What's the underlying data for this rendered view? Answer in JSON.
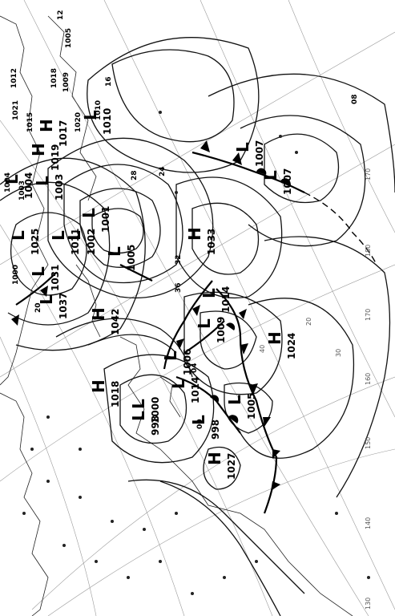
{
  "map": {
    "centers": [
      {
        "kind": "L",
        "pressure": "1004"
      },
      {
        "kind": "L",
        "pressure": "1003"
      },
      {
        "kind": "L",
        "pressure": "1002"
      },
      {
        "kind": "L",
        "pressure": "1001"
      },
      {
        "kind": "L",
        "pressure": "1005"
      },
      {
        "kind": "L",
        "pressure": "1011"
      },
      {
        "kind": "L",
        "pressure": "1025"
      },
      {
        "kind": "L",
        "pressure": "1031"
      },
      {
        "kind": "L",
        "pressure": "1037"
      },
      {
        "kind": "H",
        "pressure": "1042"
      },
      {
        "kind": "H",
        "pressure": "1033"
      },
      {
        "kind": "L",
        "pressure": "1014"
      },
      {
        "kind": "L",
        "pressure": "1009"
      },
      {
        "kind": "H",
        "pressure": "1024"
      },
      {
        "kind": "L",
        "pressure": "1007"
      },
      {
        "kind": "L",
        "pressure": "1007"
      },
      {
        "kind": "L",
        "pressure": "1006"
      },
      {
        "kind": "H",
        "pressure": "1018"
      },
      {
        "kind": "L",
        "pressure": "1014"
      },
      {
        "kind": "L",
        "pressure": "1000"
      },
      {
        "kind": "L",
        "pressure": "998"
      },
      {
        "kind": "L",
        "pressure": "998"
      },
      {
        "kind": "L",
        "pressure": "1005"
      },
      {
        "kind": "H",
        "pressure": "1027"
      },
      {
        "kind": "H",
        "pressure": "1017"
      },
      {
        "kind": "H",
        "pressure": "1019"
      },
      {
        "kind": "L",
        "pressure": "1010"
      }
    ],
    "labels": [
      "1005",
      "1010",
      "1020",
      "1021",
      "1015",
      "1018",
      "1009",
      "12",
      "16",
      "20",
      "24",
      "28",
      "32",
      "36",
      "08",
      "04",
      "00",
      "1012",
      "1003",
      "1000",
      "1004"
    ],
    "meridians": [
      "170",
      "180",
      "170",
      "160",
      "150",
      "140",
      "130"
    ],
    "parallels": [
      "20",
      "30",
      "40"
    ]
  }
}
